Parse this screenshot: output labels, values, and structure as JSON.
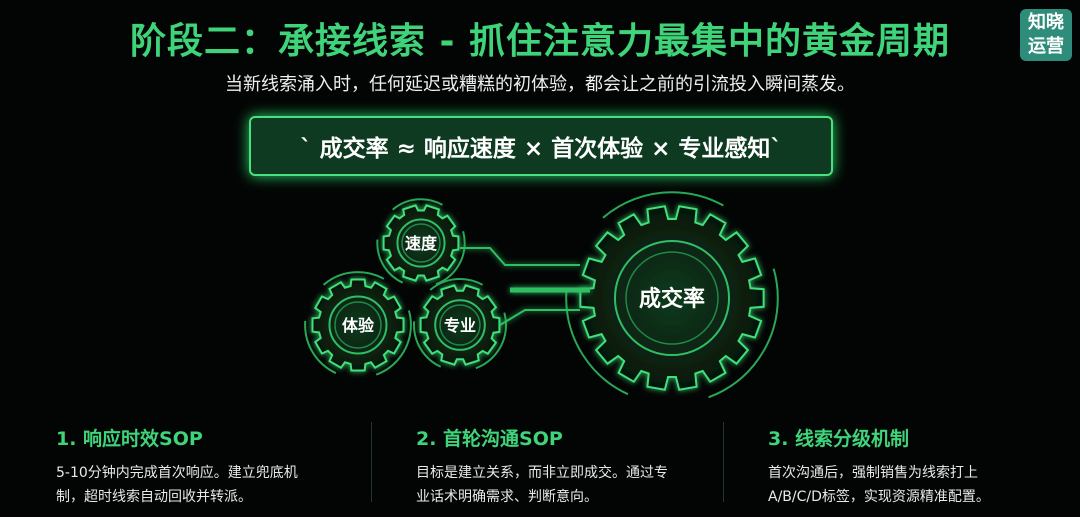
{
  "title": "阶段二：承接线索 - 抓住注意力最集中的黄金周期",
  "subtitle": "当新线索涌入时，任何延迟或糟糕的初体验，都会让之前的引流投入瞬间蒸发。",
  "logo": {
    "line1": "知晓",
    "line2": "运营"
  },
  "formula": "` 成交率 ≈ 响应速度 × 首次体验 × 专业感知`",
  "gears": {
    "speed": "速度",
    "experience": "体验",
    "expertise": "专业",
    "conversion": "成交率"
  },
  "accent": "#3fd47a",
  "columns": [
    {
      "heading": "1. 响应时效SOP",
      "text": "5-10分钟内完成首次响应。建立兜底机制，超时线索自动回收并转派。"
    },
    {
      "heading": "2. 首轮沟通SOP",
      "text": "目标是建立关系，而非立即成交。通过专业话术明确需求、判断意向。"
    },
    {
      "heading": "3. 线索分级机制",
      "text": "首次沟通后，强制销售为线索打上A/B/C/D标签，实现资源精准配置。"
    }
  ]
}
